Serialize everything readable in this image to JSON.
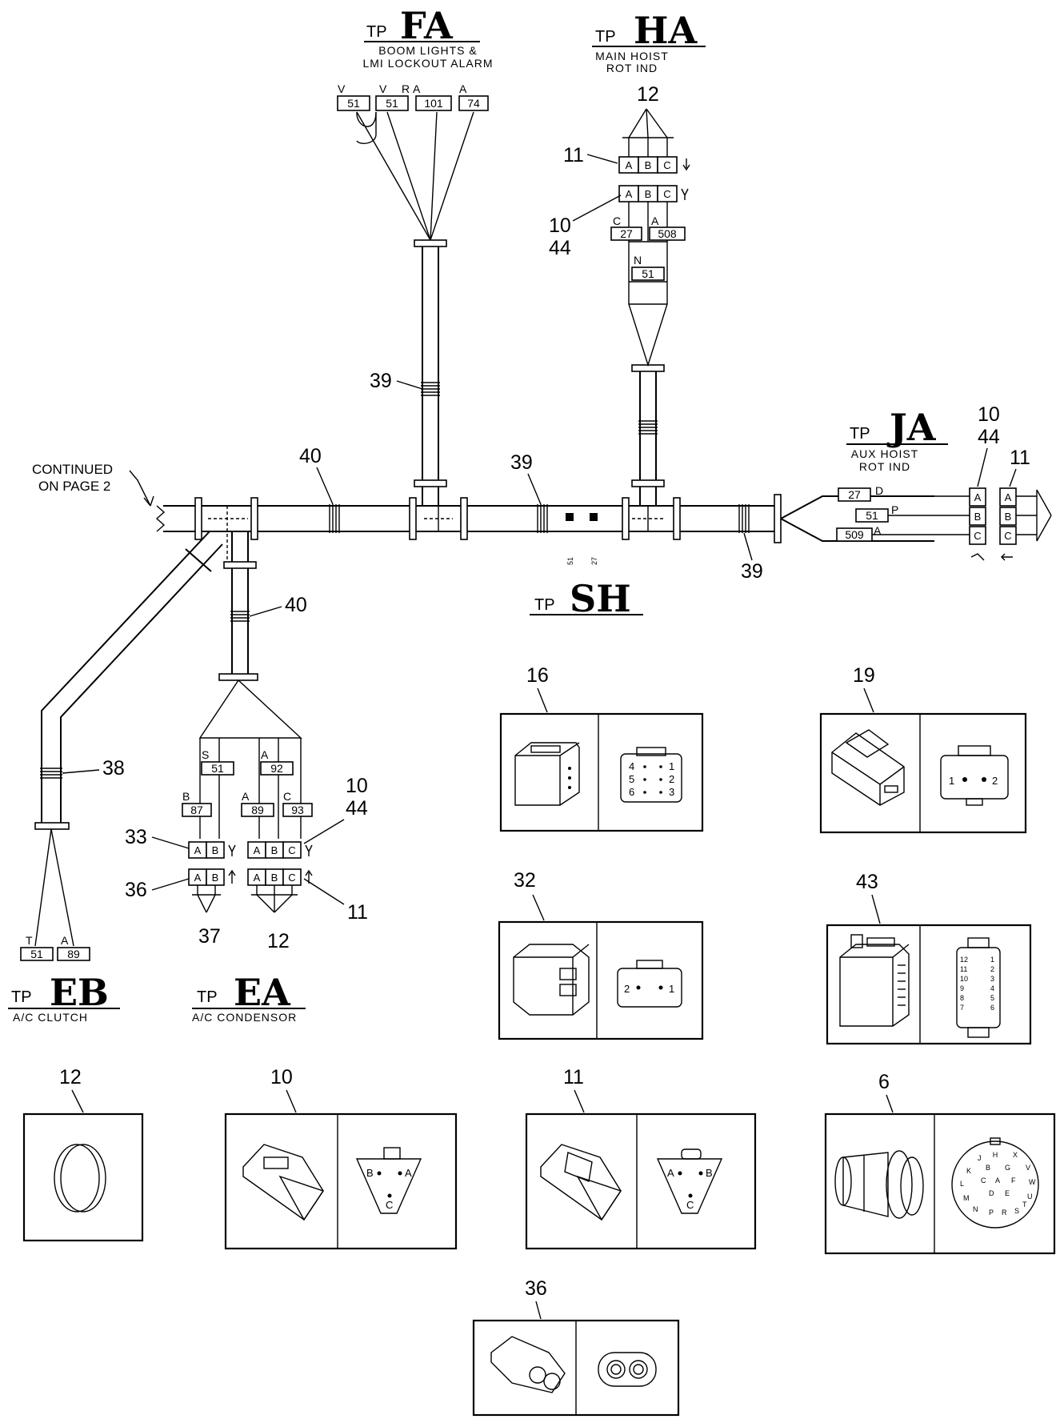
{
  "tp_prefix": "TP",
  "connectors": {
    "fa": {
      "code": "FA",
      "line1": "BOOM LIGHTS &",
      "line2": "LMI LOCKOUT ALARM",
      "wire_letters": [
        "V",
        "V",
        "R",
        "A",
        "A"
      ],
      "wires": [
        "51",
        "51",
        "101",
        "74"
      ]
    },
    "ha": {
      "code": "HA",
      "line1": "MAIN HOIST",
      "line2": "ROT IND",
      "wire_letters": [
        "C",
        "A",
        "N"
      ],
      "wires": [
        "27",
        "508",
        "51"
      ]
    },
    "ja": {
      "code": "JA",
      "line1": "AUX HOIST",
      "line2": "ROT IND",
      "wire_letters": [
        "D",
        "P",
        "A"
      ],
      "wires": [
        "27",
        "51",
        "509"
      ]
    },
    "sh": {
      "code": "SH",
      "splice_labels": [
        "51",
        "27"
      ]
    },
    "ea": {
      "code": "EA",
      "line1": "A/C CONDENSOR",
      "wire_letters": [
        "S",
        "A",
        "B",
        "A",
        "C"
      ],
      "wires": [
        "51",
        "92",
        "87",
        "89",
        "93"
      ]
    },
    "eb": {
      "code": "EB",
      "line1": "A/C CLUTCH",
      "wire_letters": [
        "T",
        "A"
      ],
      "wires": [
        "51",
        "89"
      ]
    }
  },
  "note": {
    "line1": "CONTINUED",
    "line2": "ON PAGE 2"
  },
  "pins": {
    "a": "A",
    "b": "B",
    "c": "C"
  },
  "callouts": {
    "c12_ha": "12",
    "c11_ha": "11",
    "c10_ha": "10",
    "c44_ha": "44",
    "c39_fa": "39",
    "c40_main": "40",
    "c39_main": "39",
    "c39_right": "39",
    "c10_ja": "10",
    "c44_ja": "44",
    "c11_ja": "11",
    "c40_branch": "40",
    "c38": "38",
    "c10_ea": "10",
    "c44_ea": "44",
    "c33": "33",
    "c36_ea": "36",
    "c11_ea": "11",
    "c37": "37",
    "c12_ea": "12"
  },
  "part_panels": [
    {
      "id": "16",
      "pins": [
        "4",
        "1",
        "5",
        "2",
        "6",
        "3"
      ]
    },
    {
      "id": "19",
      "pins": [
        "1",
        "2"
      ]
    },
    {
      "id": "32",
      "pins": [
        "2",
        "1"
      ]
    },
    {
      "id": "43",
      "pins": [
        "12",
        "1",
        "11",
        "2",
        "10",
        "3",
        "9",
        "4",
        "8",
        "5",
        "7",
        "6"
      ]
    },
    {
      "id": "12"
    },
    {
      "id": "10",
      "pins": [
        "B",
        "A",
        "C"
      ]
    },
    {
      "id": "11",
      "pins": [
        "A",
        "B",
        "C"
      ]
    },
    {
      "id": "6",
      "pins": [
        "H",
        "X",
        "J",
        "B",
        "G",
        "V",
        "K",
        "C",
        "A",
        "F",
        "W",
        "L",
        "D",
        "E",
        "U",
        "M",
        "N",
        "P",
        "R",
        "S",
        "T"
      ]
    },
    {
      "id": "36"
    }
  ]
}
